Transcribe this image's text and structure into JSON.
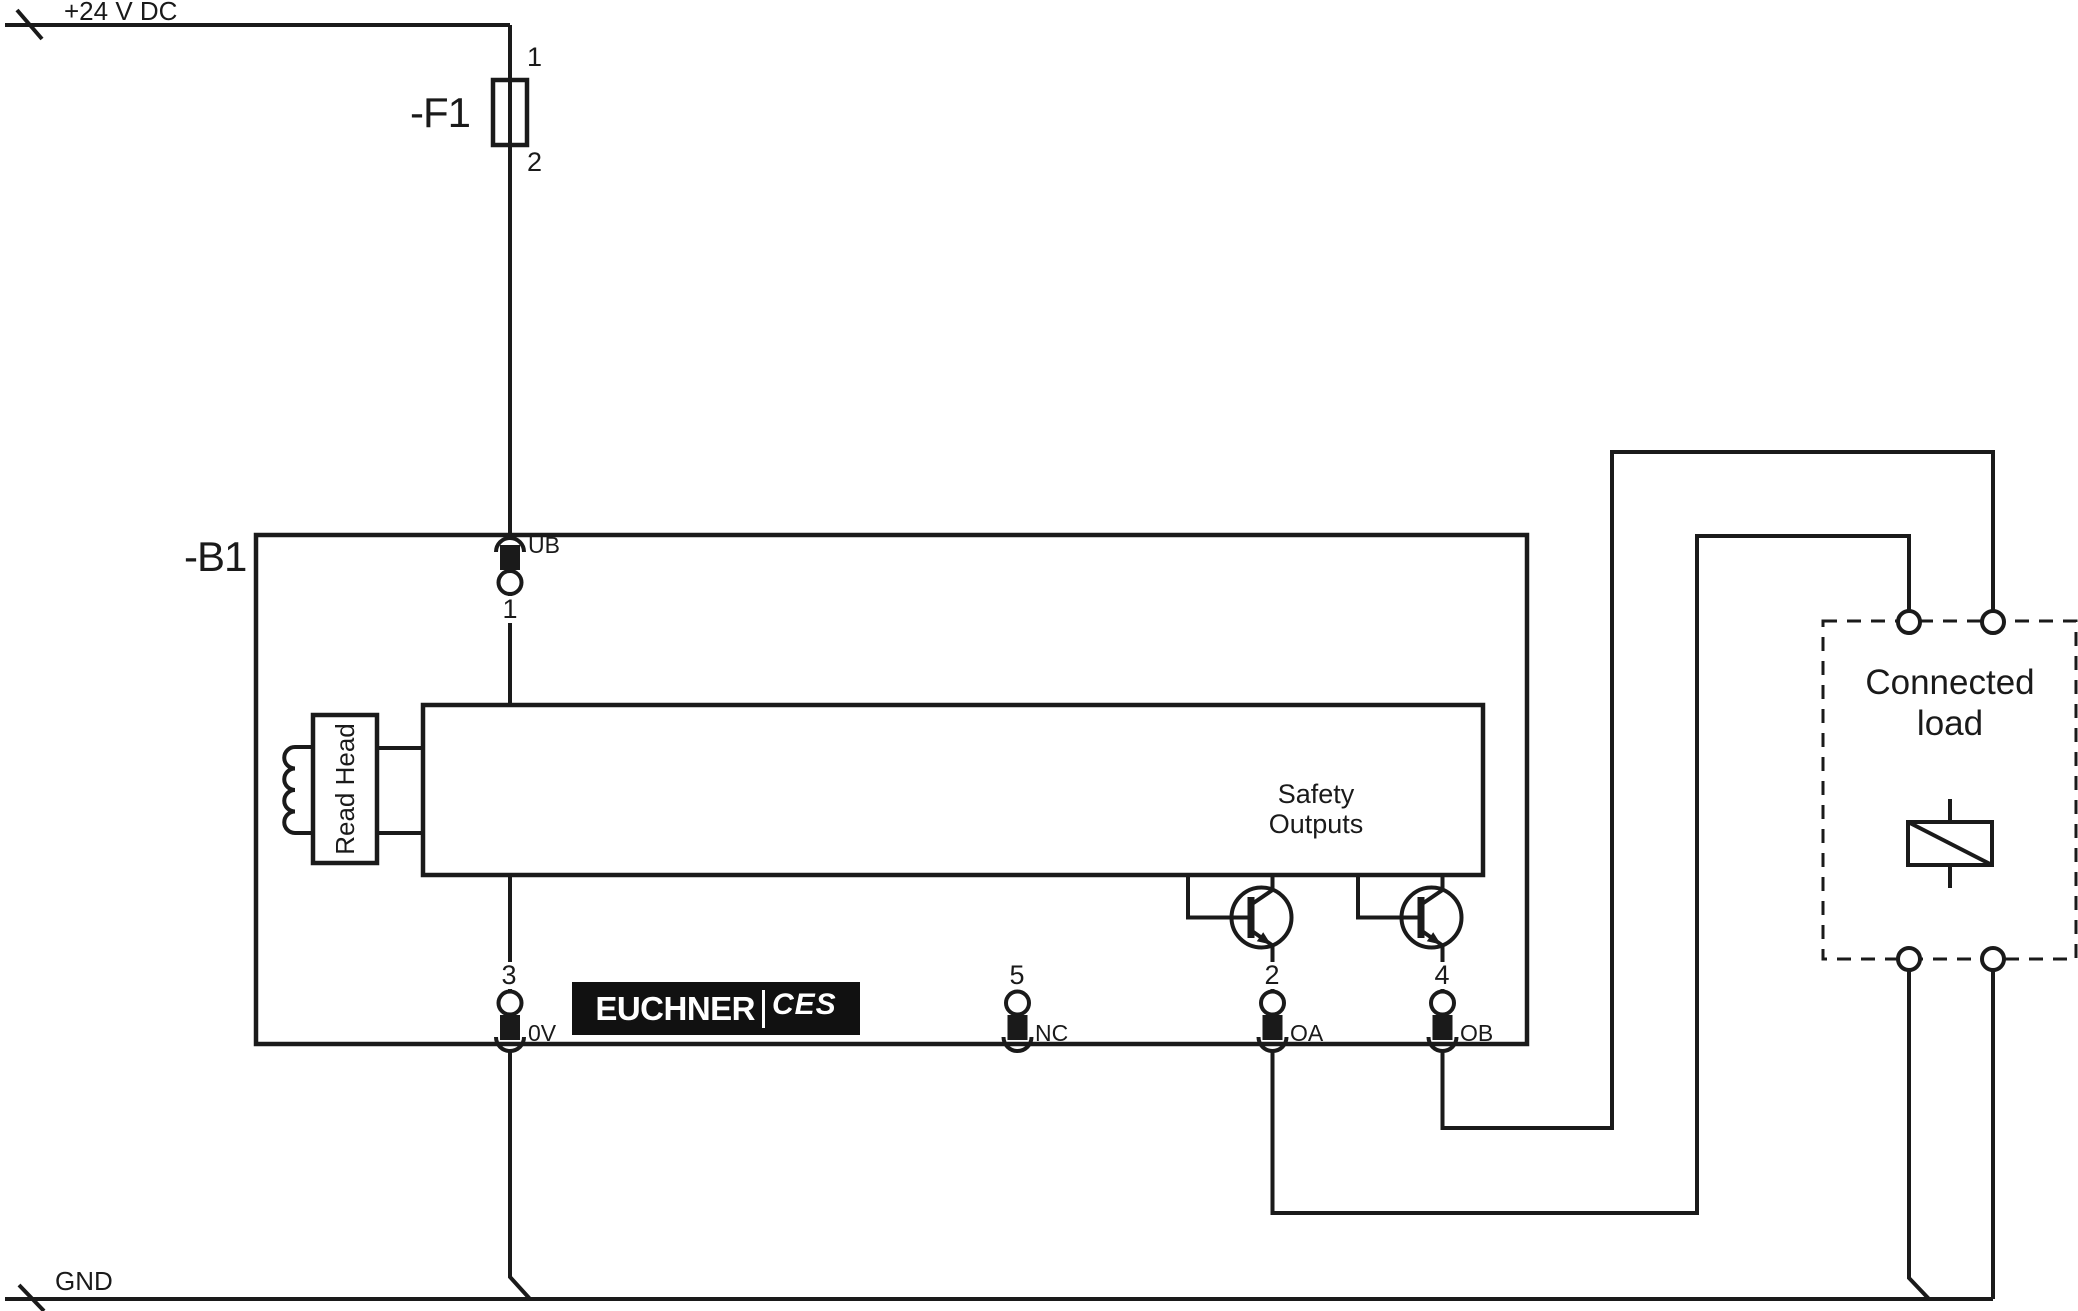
{
  "rails": {
    "power": "+24 V DC",
    "ground": "GND"
  },
  "fuse": {
    "ref": "-F1",
    "pin_top": "1",
    "pin_bottom": "2"
  },
  "device": {
    "ref": "-B1",
    "read_head": "Read Head",
    "safety_outputs": {
      "line1": "Safety",
      "line2": "Outputs"
    },
    "logo": {
      "brand": "EUCHNER",
      "series": "CES"
    },
    "terminals": {
      "ub": {
        "pin": "1",
        "name": "UB"
      },
      "zerovolt": {
        "pin": "3",
        "name": "0V"
      },
      "nc": {
        "pin": "5",
        "name": "NC"
      },
      "oa": {
        "pin": "2",
        "name": "OA"
      },
      "ob": {
        "pin": "4",
        "name": "OB"
      }
    }
  },
  "load": {
    "line1": "Connected",
    "line2": "load"
  },
  "colors": {
    "line": "#1a1a1a",
    "background": "#ffffff",
    "logo_background": "#111111",
    "logo_text": "#ffffff"
  }
}
